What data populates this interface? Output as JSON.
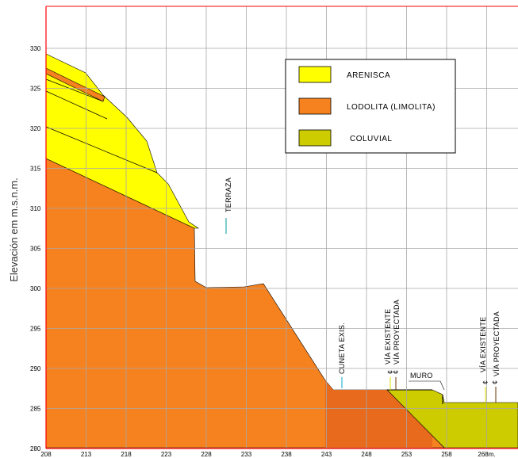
{
  "chart_data": {
    "type": "geologic-section",
    "ylabel": "Elevación em m.s.n.m.",
    "x_ticks": [
      "208",
      "213",
      "218",
      "223",
      "228",
      "233",
      "238",
      "243",
      "248",
      "253",
      "258",
      "268m."
    ],
    "y_ticks": [
      "280",
      "285",
      "290",
      "295",
      "300",
      "305",
      "310",
      "315",
      "320",
      "325",
      "330"
    ],
    "legend": [
      {
        "name": "ARENISCA",
        "color": "#ffff00"
      },
      {
        "name": "LODOLITA  (LIMOLITA)",
        "color": "#f5821f"
      },
      {
        "name": "COLUVIAL",
        "color": "#cccc00"
      }
    ],
    "annotations": {
      "terraza": "TERRAZA",
      "cuneta": "CUNETA  EXIS.",
      "via_existente_1": "VÍA  EXISTENTE",
      "via_proyectada_1": "VÍA  PROYECTADA",
      "via_existente_2": "VÍA  EXISTENTE",
      "via_proyectada_2": "VÍA  PROYECTADA",
      "muro": "MURO",
      "cl_symbol": "¢"
    },
    "colors": {
      "lodolita": "#f5821f",
      "lodolita_dark": "#e86a1c",
      "arenisca": "#ffff00",
      "coluvial": "#cccc00",
      "grid": "#a8a8a8",
      "axis": "#ff0000"
    }
  }
}
